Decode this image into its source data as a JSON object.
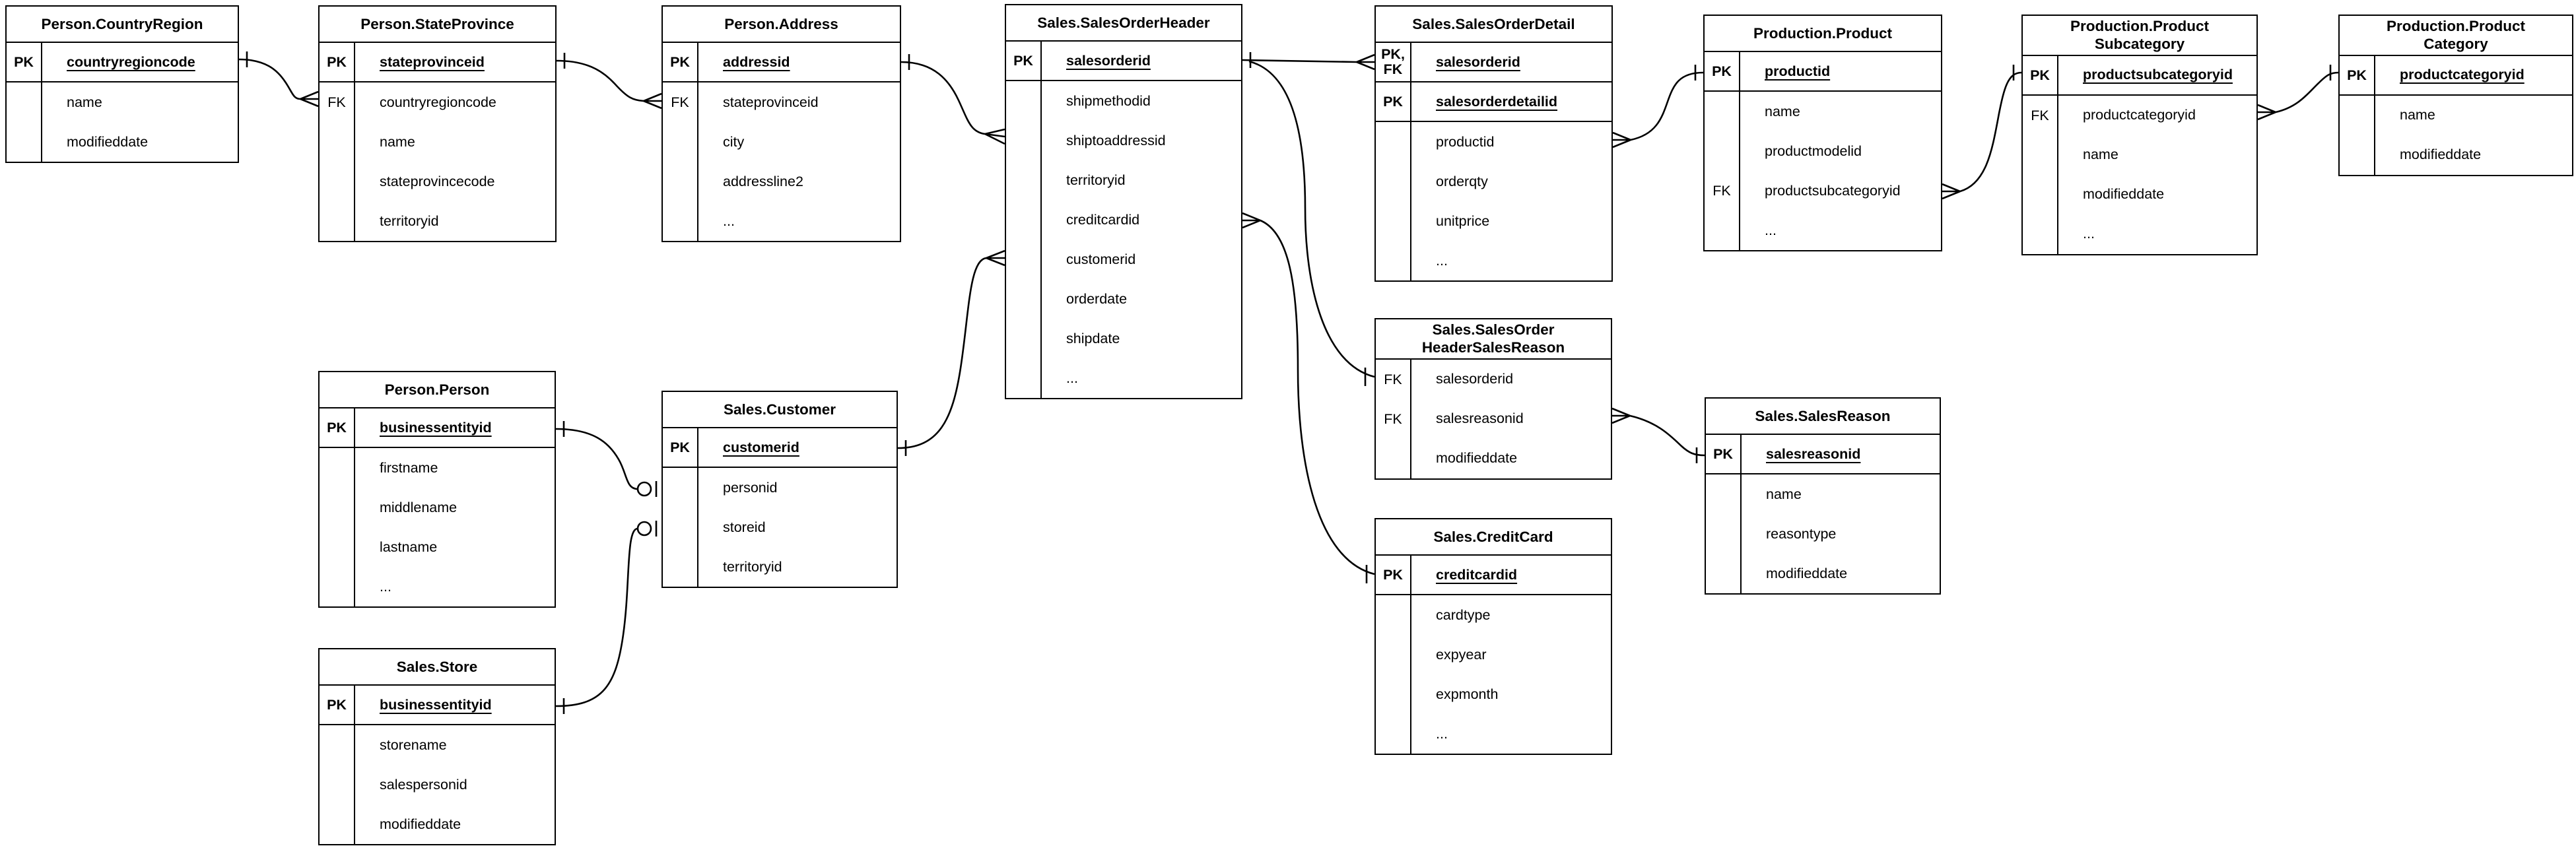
{
  "diagram": {
    "kind": "entity-relationship-diagram",
    "background_color": "#ffffff",
    "line_color": "#000000",
    "notation": "crow's foot"
  },
  "tables": [
    {
      "title": "Person.CountryRegion",
      "rows": [
        {
          "key": "PK",
          "field": "countryregioncode",
          "pk": true
        },
        {
          "key": "",
          "field": "name"
        },
        {
          "key": "",
          "field": "modifieddate"
        }
      ]
    },
    {
      "title": "Person.StateProvince",
      "rows": [
        {
          "key": "PK",
          "field": "stateprovinceid",
          "pk": true
        },
        {
          "key": "FK",
          "field": "countryregioncode"
        },
        {
          "key": "",
          "field": "name"
        },
        {
          "key": "",
          "field": "stateprovincecode"
        },
        {
          "key": "",
          "field": "territoryid"
        }
      ]
    },
    {
      "title": "Person.Address",
      "rows": [
        {
          "key": "PK",
          "field": "addressid",
          "pk": true
        },
        {
          "key": "FK",
          "field": "stateprovinceid"
        },
        {
          "key": "",
          "field": "city"
        },
        {
          "key": "",
          "field": "addressline2"
        },
        {
          "key": "",
          "field": "..."
        }
      ]
    },
    {
      "title": "Sales.SalesOrderHeader",
      "rows": [
        {
          "key": "PK",
          "field": "salesorderid",
          "pk": true
        },
        {
          "key": "",
          "field": "shipmethodid"
        },
        {
          "key": "",
          "field": "shiptoaddressid"
        },
        {
          "key": "",
          "field": "territoryid"
        },
        {
          "key": "",
          "field": "creditcardid"
        },
        {
          "key": "",
          "field": "customerid"
        },
        {
          "key": "",
          "field": "orderdate"
        },
        {
          "key": "",
          "field": "shipdate"
        },
        {
          "key": "",
          "field": "..."
        }
      ]
    },
    {
      "title": "Sales.SalesOrderDetail",
      "rows": [
        {
          "key": "PK,\nFK",
          "field": "salesorderid",
          "pk": true
        },
        {
          "key": "PK",
          "field": "salesorderdetailid",
          "pk": true
        },
        {
          "key": "",
          "field": "productid"
        },
        {
          "key": "",
          "field": "orderqty"
        },
        {
          "key": "",
          "field": "unitprice"
        },
        {
          "key": "",
          "field": "..."
        }
      ]
    },
    {
      "title": "Production.Product",
      "rows": [
        {
          "key": "PK",
          "field": "productid",
          "pk": true
        },
        {
          "key": "",
          "field": "name"
        },
        {
          "key": "",
          "field": "productmodelid"
        },
        {
          "key": "FK",
          "field": "productsubcategoryid"
        },
        {
          "key": "",
          "field": "..."
        }
      ]
    },
    {
      "title": "Production.Product\nSubcategory",
      "rows": [
        {
          "key": "PK",
          "field": "productsubcategoryid",
          "pk": true
        },
        {
          "key": "FK",
          "field": "productcategoryid"
        },
        {
          "key": "",
          "field": "name"
        },
        {
          "key": "",
          "field": "modifieddate"
        },
        {
          "key": "",
          "field": "..."
        }
      ]
    },
    {
      "title": "Production.Product\nCategory",
      "rows": [
        {
          "key": "PK",
          "field": "productcategoryid",
          "pk": true
        },
        {
          "key": "",
          "field": "name"
        },
        {
          "key": "",
          "field": "modifieddate"
        }
      ]
    },
    {
      "title": "Person.Person",
      "rows": [
        {
          "key": "PK",
          "field": "businessentityid",
          "pk": true
        },
        {
          "key": "",
          "field": "firstname"
        },
        {
          "key": "",
          "field": "middlename"
        },
        {
          "key": "",
          "field": "lastname"
        },
        {
          "key": "",
          "field": "..."
        }
      ]
    },
    {
      "title": "Sales.Customer",
      "rows": [
        {
          "key": "PK",
          "field": "customerid",
          "pk": true
        },
        {
          "key": "",
          "field": "personid"
        },
        {
          "key": "",
          "field": "storeid"
        },
        {
          "key": "",
          "field": "territoryid"
        }
      ]
    },
    {
      "title": "Sales.Store",
      "rows": [
        {
          "key": "PK",
          "field": "businessentityid",
          "pk": true
        },
        {
          "key": "",
          "field": "storename"
        },
        {
          "key": "",
          "field": "salespersonid"
        },
        {
          "key": "",
          "field": "modifieddate"
        }
      ]
    },
    {
      "title": "Sales.SalesOrder\nHeaderSalesReason",
      "rows": [
        {
          "key": "FK",
          "field": "salesorderid"
        },
        {
          "key": "FK",
          "field": "salesreasonid"
        },
        {
          "key": "",
          "field": "modifieddate"
        }
      ]
    },
    {
      "title": "Sales.SalesReason",
      "rows": [
        {
          "key": "PK",
          "field": "salesreasonid",
          "pk": true
        },
        {
          "key": "",
          "field": "name"
        },
        {
          "key": "",
          "field": "reasontype"
        },
        {
          "key": "",
          "field": "modifieddate"
        }
      ]
    },
    {
      "title": "Sales.CreditCard",
      "rows": [
        {
          "key": "PK",
          "field": "creditcardid",
          "pk": true
        },
        {
          "key": "",
          "field": "cardtype"
        },
        {
          "key": "",
          "field": "expyear"
        },
        {
          "key": "",
          "field": "expmonth"
        },
        {
          "key": "",
          "field": "..."
        }
      ]
    }
  ],
  "relationships": [
    {
      "from": "Person.CountryRegion.countryregioncode",
      "to": "Person.StateProvince.countryregioncode",
      "from_cardinality": "one",
      "to_cardinality": "many"
    },
    {
      "from": "Person.StateProvince.stateprovinceid",
      "to": "Person.Address.stateprovinceid",
      "from_cardinality": "one",
      "to_cardinality": "many"
    },
    {
      "from": "Person.Address.addressid",
      "to": "Sales.SalesOrderHeader.shiptoaddressid",
      "from_cardinality": "one",
      "to_cardinality": "many"
    },
    {
      "from": "Sales.Customer.customerid",
      "to": "Sales.SalesOrderHeader.customerid",
      "from_cardinality": "one",
      "to_cardinality": "many"
    },
    {
      "from": "Sales.SalesOrderHeader.salesorderid",
      "to": "Sales.SalesOrderDetail.salesorderid",
      "from_cardinality": "one",
      "to_cardinality": "many"
    },
    {
      "from": "Sales.SalesOrderHeader.salesorderid",
      "to": "Sales.SalesOrderHeaderSalesReason.salesorderid",
      "from_cardinality": "one",
      "to_cardinality": "one"
    },
    {
      "from": "Sales.SalesOrderHeader.creditcardid",
      "to": "Sales.CreditCard.creditcardid",
      "from_cardinality": "many",
      "to_cardinality": "one"
    },
    {
      "from": "Sales.SalesOrderDetail.productid",
      "to": "Production.Product.productid",
      "from_cardinality": "many",
      "to_cardinality": "one"
    },
    {
      "from": "Production.Product.productsubcategoryid",
      "to": "Production.ProductSubcategory.productsubcategoryid",
      "from_cardinality": "many",
      "to_cardinality": "one"
    },
    {
      "from": "Production.ProductSubcategory.productcategoryid",
      "to": "Production.ProductCategory.productcategoryid",
      "from_cardinality": "many",
      "to_cardinality": "one"
    },
    {
      "from": "Sales.SalesOrderHeaderSalesReason.salesreasonid",
      "to": "Sales.SalesReason.salesreasonid",
      "from_cardinality": "many",
      "to_cardinality": "one"
    },
    {
      "from": "Person.Person.businessentityid",
      "to": "Sales.Customer.personid",
      "from_cardinality": "one",
      "to_cardinality": "zero-or-one"
    },
    {
      "from": "Sales.Store.businessentityid",
      "to": "Sales.Customer.storeid",
      "from_cardinality": "one",
      "to_cardinality": "zero-or-one"
    }
  ]
}
